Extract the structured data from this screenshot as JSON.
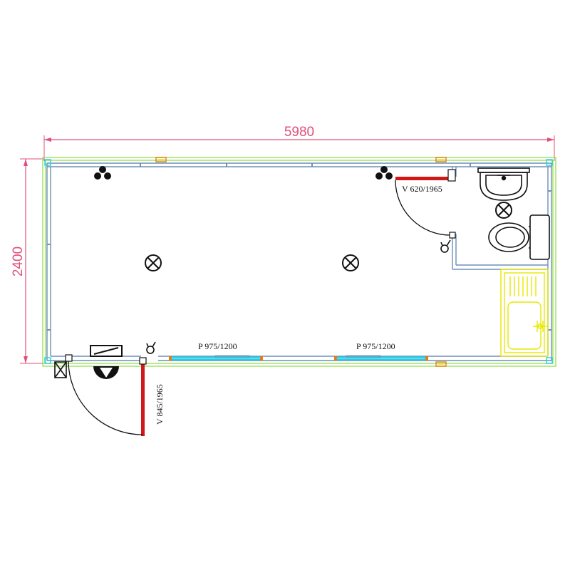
{
  "dimensions": {
    "length": "5980",
    "width": "2400"
  },
  "labels": {
    "wc_door": "V 620/1965",
    "entry_door": "V 845/1965",
    "window_1": "P 975/1200",
    "window_2": "P 975/1200"
  },
  "colors": {
    "dimension": "#e0507a",
    "wall": "#6f8fb8",
    "outer_frame": "#9be05a",
    "door": "#d01818",
    "window": "#22d0e6",
    "sink_unit": "#e8e800",
    "symbol": "#111111",
    "corner": "#e87a1a"
  },
  "icons": {
    "ceiling_light": "ceiling-light-cross-icon",
    "wall_socket": "wall-socket-icon",
    "switch": "light-switch-icon",
    "washbasin": "washbasin-icon",
    "toilet": "toilet-icon",
    "kitchen_sink": "kitchen-sink-icon",
    "heater": "electric-heater-icon",
    "distribution_box": "distribution-box-icon"
  }
}
